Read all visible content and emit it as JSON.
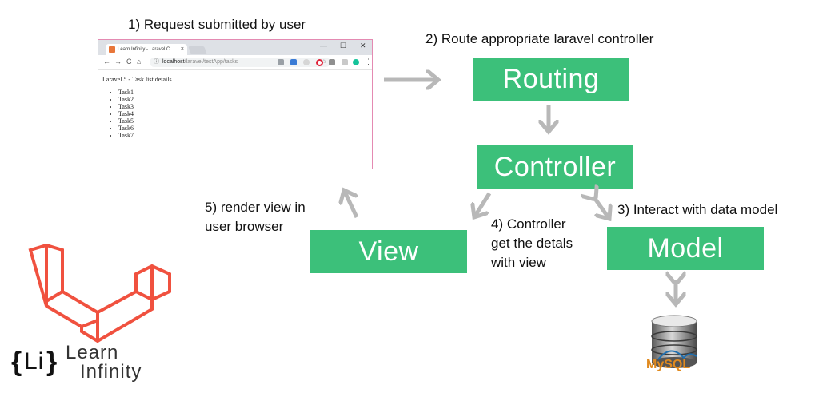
{
  "steps": {
    "step1": "1) Request submitted by user",
    "step2": "2) Route appropriate laravel controller",
    "step3": "3) Interact with data model",
    "step4_line1": "4) Controller",
    "step4_line2": "get the detals",
    "step4_line3": "with view",
    "step5_line1": "5) render view in",
    "step5_line2": "user browser"
  },
  "boxes": {
    "routing": "Routing",
    "controller": "Controller",
    "view": "View",
    "model": "Model"
  },
  "browser": {
    "tab_title": "Learn Infinity - Laravel C",
    "tab_close": "×",
    "minimize": "—",
    "maximize": "☐",
    "close": "✕",
    "back": "←",
    "forward": "→",
    "reload": "C",
    "home": "⌂",
    "info": "ⓘ",
    "url_host": "localhost",
    "url_path": "/laravel/testApp/tasks",
    "star": "☆",
    "menu": "⋮",
    "page_heading": "Laravel 5 - Task list details",
    "tasks": [
      "Task1",
      "Task2",
      "Task3",
      "Task4",
      "Task5",
      "Task6",
      "Task7"
    ]
  },
  "database": {
    "label": "MySQL"
  },
  "logo": {
    "brace_open": "{",
    "initials": "Li",
    "brace_close": "}",
    "line1": "Learn",
    "line2": "Infinity"
  },
  "colors": {
    "box_green": "#3cc07a",
    "arrow_gray": "#b8b8b8",
    "laravel_red": "#f0513f",
    "browser_border": "#e48ab2"
  }
}
